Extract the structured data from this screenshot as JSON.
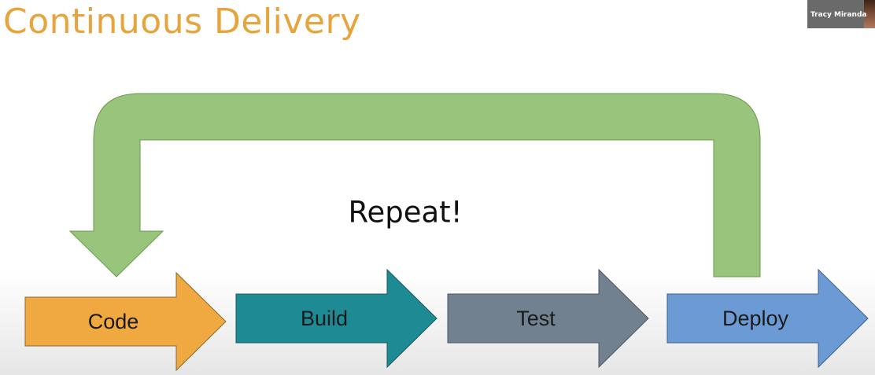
{
  "slide": {
    "title": "Continuous Delivery",
    "presenter_name": "Tracy Miranda"
  },
  "loop": {
    "label": "Repeat!",
    "color": "#99c47c"
  },
  "stages": [
    {
      "label": "Code",
      "color": "#f0a840"
    },
    {
      "label": "Build",
      "color": "#1d8a94"
    },
    {
      "label": "Test",
      "color": "#71818f"
    },
    {
      "label": "Deploy",
      "color": "#6b9ad4"
    }
  ]
}
